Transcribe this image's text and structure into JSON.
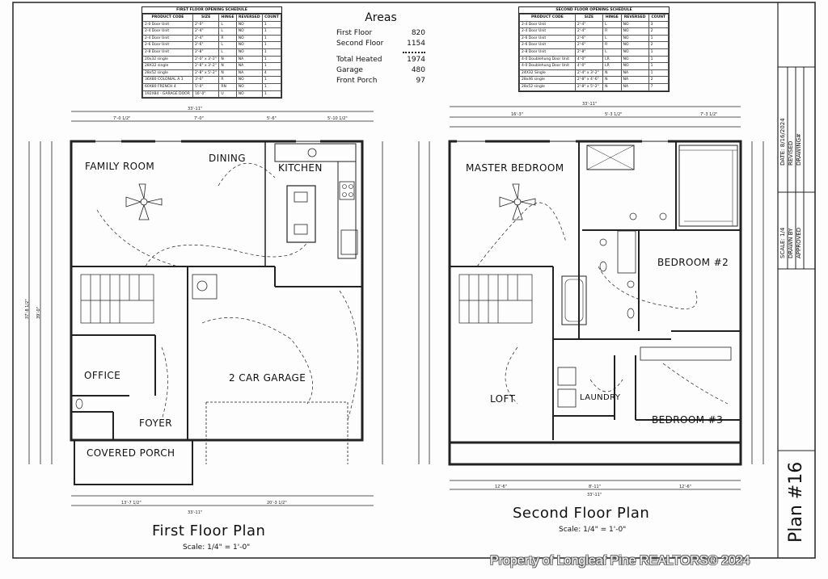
{
  "first_floor_schedule": {
    "title": "FIRST FLOOR OPENING SCHEDULE",
    "headers": [
      "PRODUCT CODE",
      "SIZE",
      "HINGE",
      "REVERSED",
      "COUNT"
    ],
    "rows": [
      [
        "2-0 Door Unit",
        "2'-0\"",
        "L",
        "NO",
        "1"
      ],
      [
        "2-4 Door Unit",
        "2'-4\"",
        "L",
        "NO",
        "1"
      ],
      [
        "2-4 Door Unit",
        "2'-4\"",
        "R",
        "NO",
        "1"
      ],
      [
        "2-6 Door Unit",
        "2'-6\"",
        "L",
        "NO",
        "1"
      ],
      [
        "2-8 Door Unit",
        "2'-8\"",
        "L",
        "NO",
        "1"
      ],
      [
        "20x32 single",
        "2'-0\" x 3'-2\"",
        "N",
        "NA",
        "1"
      ],
      [
        "28X32 single",
        "2'-8\" x 3'-2\"",
        "N",
        "NA",
        "1"
      ],
      [
        "28x52 single",
        "2'-8\" x 5'-2\"",
        "N",
        "NA",
        "4"
      ],
      [
        "36X80 COLONIAL A 1",
        "3'-0\"",
        "R",
        "NO",
        "1"
      ],
      [
        "60X80 FRENCH 4",
        "5'-0\"",
        "RN",
        "NO",
        "1"
      ],
      [
        "192X84 - GARAGE DOOR",
        "16'-0\"",
        "U",
        "NO",
        "1"
      ]
    ]
  },
  "second_floor_schedule": {
    "title": "SECOND FLOOR OPENING SCHEDULE",
    "headers": [
      "PRODUCT CODE",
      "SIZE",
      "HINGE",
      "REVERSED",
      "COUNT"
    ],
    "rows": [
      [
        "2-4 Door Unit",
        "2'-4\"",
        "L",
        "NO",
        "3"
      ],
      [
        "2-4 Door Unit",
        "2'-4\"",
        "R",
        "NO",
        "2"
      ],
      [
        "2-6 Door Unit",
        "2'-6\"",
        "L",
        "NO",
        "1"
      ],
      [
        "2-6 Door Unit",
        "2'-6\"",
        "R",
        "NO",
        "2"
      ],
      [
        "2-8 Door Unit",
        "2'-8\"",
        "L",
        "NO",
        "1"
      ],
      [
        "4-0 Doublehung Door Unit",
        "4'-0\"",
        "LR",
        "NO",
        "1"
      ],
      [
        "4-0 Doublehung Door Unit",
        "4'-0\"",
        "LR",
        "NO",
        "1"
      ],
      [
        "24X32 Single",
        "2'-4\" x 3'-2\"",
        "N",
        "NA",
        "1"
      ],
      [
        "28x46 single",
        "2'-8\" x 4'-6\"",
        "N",
        "NA",
        "2"
      ],
      [
        "28x52 single",
        "2'-8\" x 5'-2\"",
        "N",
        "NA",
        "7"
      ]
    ]
  },
  "areas": {
    "title": "Areas",
    "rows": [
      {
        "label": "First Floor",
        "value": "820"
      },
      {
        "label": "Second Floor",
        "value": "1154"
      },
      {
        "label": "Total Heated",
        "value": "1974"
      },
      {
        "label": "Garage",
        "value": "480"
      },
      {
        "label": "Front Porch",
        "value": "97"
      }
    ]
  },
  "first_floor": {
    "title": "First Floor Plan",
    "scale": "Scale: 1/4\" = 1'-0\"",
    "rooms": {
      "family_room": "FAMILY ROOM",
      "dining": "DINING",
      "kitchen": "KITCHEN",
      "office": "OFFICE",
      "garage": "2 CAR GARAGE",
      "foyer": "FOYER",
      "porch": "COVERED PORCH"
    },
    "dims": {
      "overall_width": "33'-11\"",
      "top_a": "7'-0 1/2\"",
      "top_b": "7'-0\"",
      "top_c": "5'-6\"",
      "top_d": "5'-10 1/2\"",
      "left_overall": "37'-8 1/2\"",
      "left_b": "39'-0\"",
      "bottom_a": "13'-7 1/2\"",
      "bottom_b": "20'-3 1/2\"",
      "bottom_overall": "33'-11\""
    }
  },
  "second_floor": {
    "title": "Second Floor Plan",
    "scale": "Scale: 1/4\" = 1'-0\"",
    "rooms": {
      "master": "MASTER BEDROOM",
      "bedroom2": "BEDROOM #2",
      "bedroom3": "BEDROOM #3",
      "loft": "LOFT",
      "laundry": "LAUNDRY"
    },
    "dims": {
      "overall_width": "33'-11\"",
      "top_a": "16'-3\"",
      "top_b": "5'-3 1/2\"",
      "top_c": "7'-3 1/2\"",
      "bottom_a": "12'-6\"",
      "bottom_b": "8'-11\"",
      "bottom_c": "12'-6\"",
      "bottom_overall": "33'-11\""
    }
  },
  "title_block": {
    "date": "DATE: 8/16/2024",
    "revised": "REVISED",
    "drawing": "DRAWING#",
    "scale": "SCALE: 1/4",
    "drawn_by": "DRAWN BY",
    "approved": "APPROVED",
    "plan": "Plan #16"
  },
  "watermark": "Property of Longleaf Pine REALTORS® 2024"
}
